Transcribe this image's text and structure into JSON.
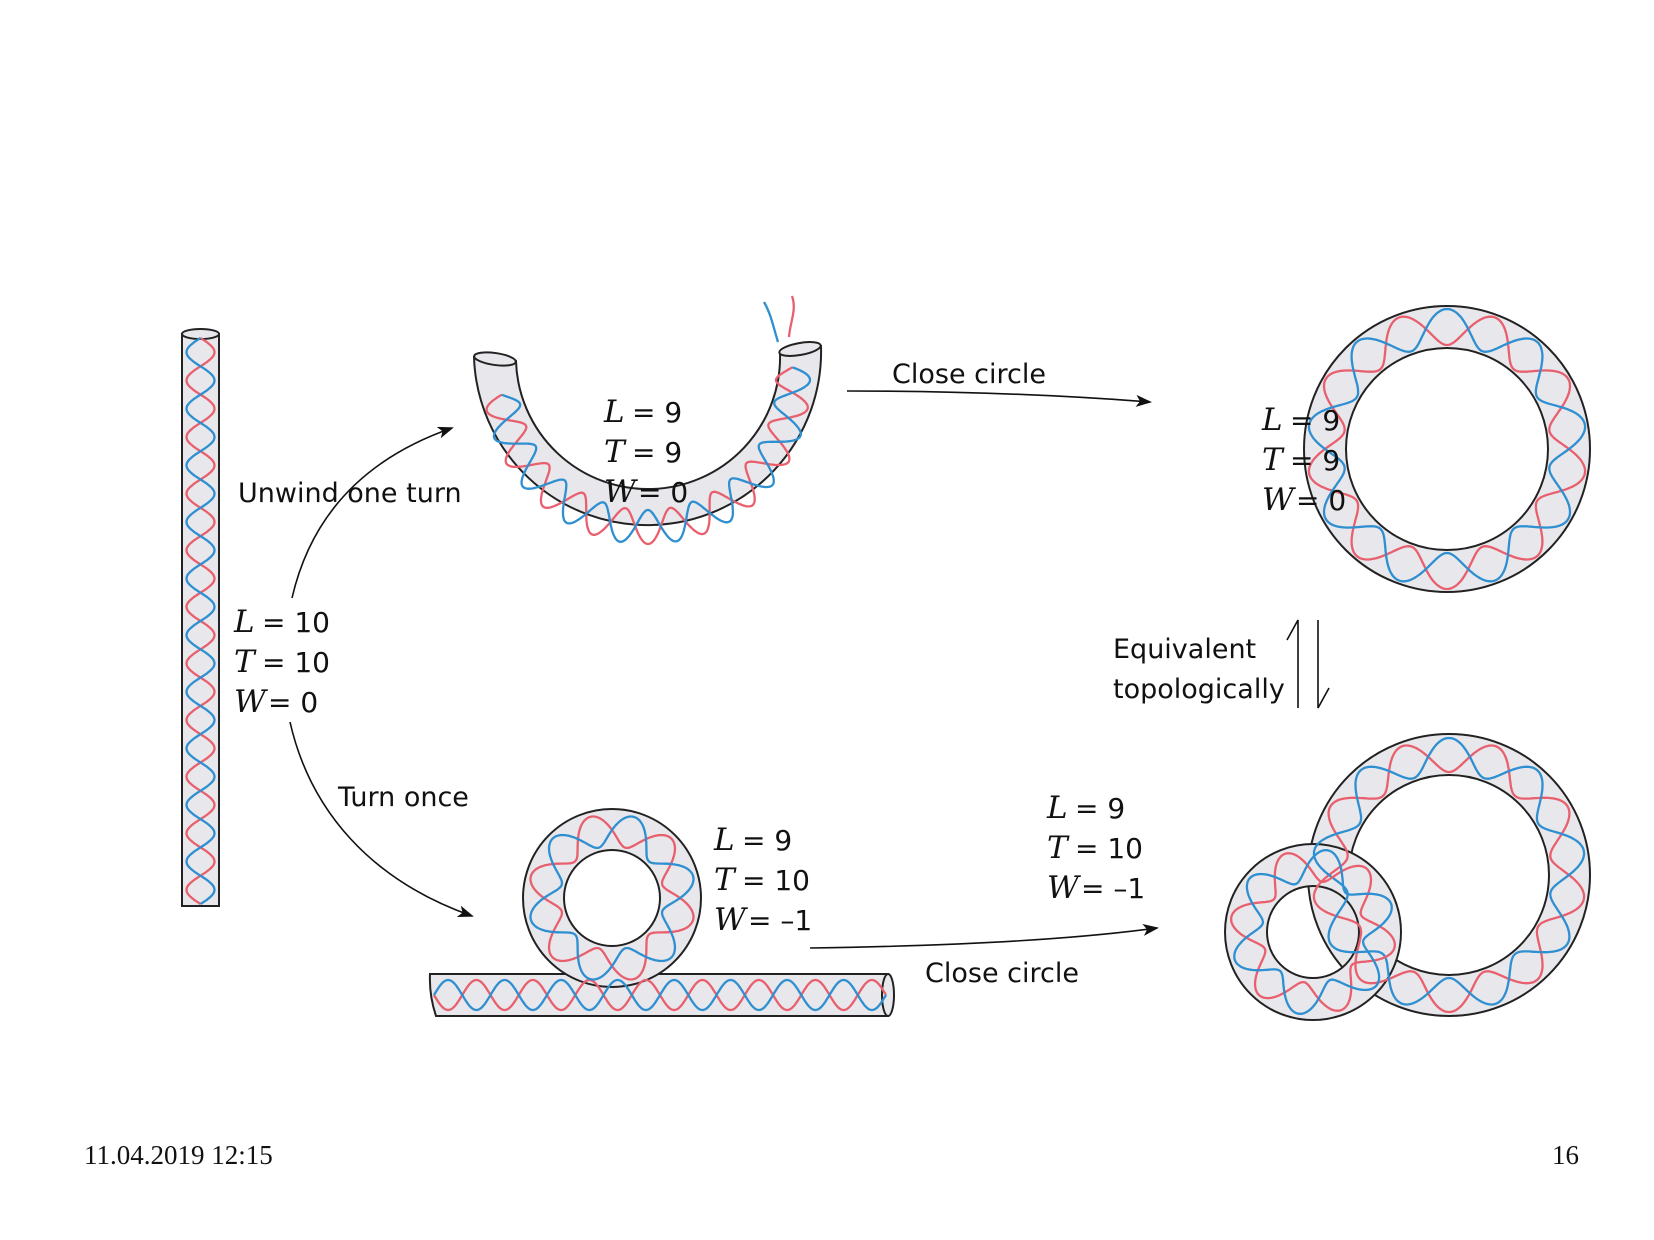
{
  "colors": {
    "strand_a": "#e8606e",
    "strand_b": "#2f8fd0",
    "tube_fill": "#e8e8ec"
  },
  "states": {
    "linear": {
      "L": "= 10",
      "T": "= 10",
      "W": "= 0"
    },
    "unwound": {
      "L": "= 9",
      "T": "= 9",
      "W": "= 0"
    },
    "relaxed": {
      "L": "= 9",
      "T": "= 9",
      "W": "= 0"
    },
    "looped": {
      "L": "= 9",
      "T": "= 10",
      "W": "= –1"
    },
    "supercoiled": {
      "L": "= 9",
      "T": "= 10",
      "W": "= –1"
    }
  },
  "variables": {
    "L": "L",
    "T": "T",
    "W": "W"
  },
  "arrows": {
    "unwind": "Unwind one turn",
    "turn": "Turn once",
    "close_top": "Close circle",
    "close_bottom": "Close circle",
    "equivalent_line1": "Equivalent",
    "equivalent_line2": "topologically"
  },
  "footer": {
    "date": "11.04.2019 12:15",
    "page": "16"
  }
}
